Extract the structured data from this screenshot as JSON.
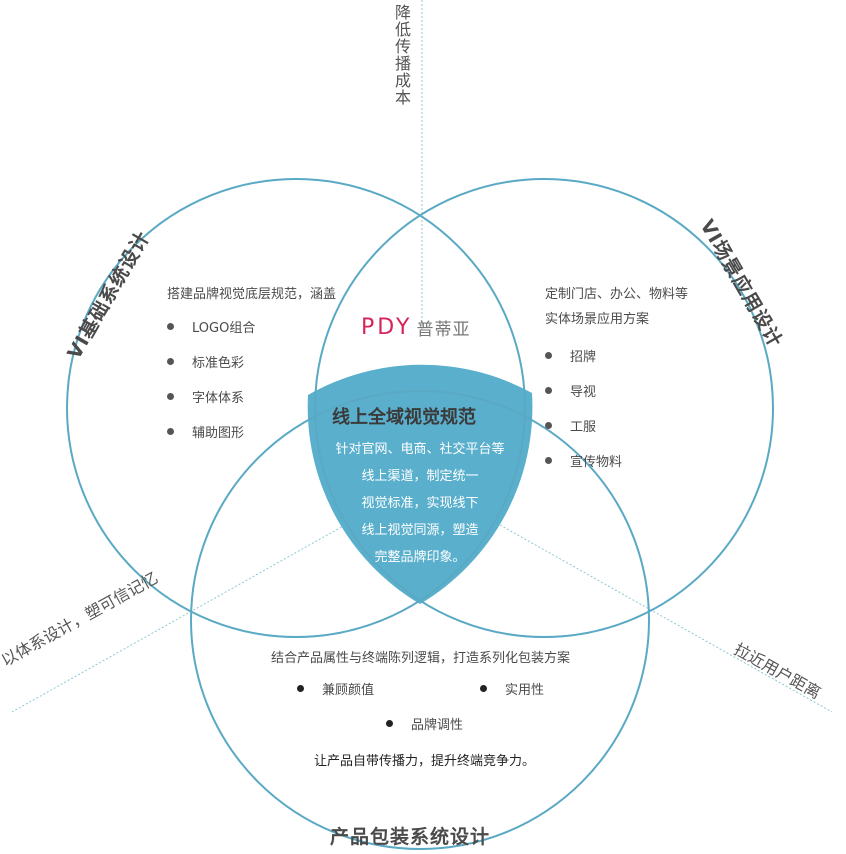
{
  "logo": {
    "mark": "PDY",
    "name": "普蒂亚"
  },
  "circle_top_left": {
    "title": "VI基础系统设计",
    "intro": "搭建品牌视觉底层规范，涵盖",
    "items": [
      "LOGO组合",
      "标准色彩",
      "字体体系",
      "辅助图形"
    ]
  },
  "circle_top_right": {
    "title": "VI场景应用设计",
    "intro_line1": "定制门店、办公、物料等",
    "intro_line2": "实体场景应用方案",
    "items": [
      "招牌",
      "导视",
      "工服",
      "宣传物料"
    ]
  },
  "circle_bottom": {
    "title": "产品包装系统设计",
    "intro": "结合产品属性与终端陈列逻辑，打造系列化包装方案",
    "items": [
      "兼顾颜值",
      "实用性",
      "品牌调性"
    ],
    "outro": "让产品自带传播力，提升终端竞争力。"
  },
  "center": {
    "title": "线上全域视觉规范",
    "lines": [
      "针对官网、电商、社交平台等",
      "线上渠道，制定统一",
      "视觉标准，实现线下",
      "线上视觉同源，塑造",
      "完整品牌印象。"
    ]
  },
  "axis_labels": {
    "top": "降低传播成本",
    "left": "以体系设计，塑可信记忆",
    "right": "拉近用户距离"
  },
  "colors": {
    "circle": "#5aa9c4",
    "center_fill": "#5aafcc",
    "brand": "#d6245a"
  }
}
